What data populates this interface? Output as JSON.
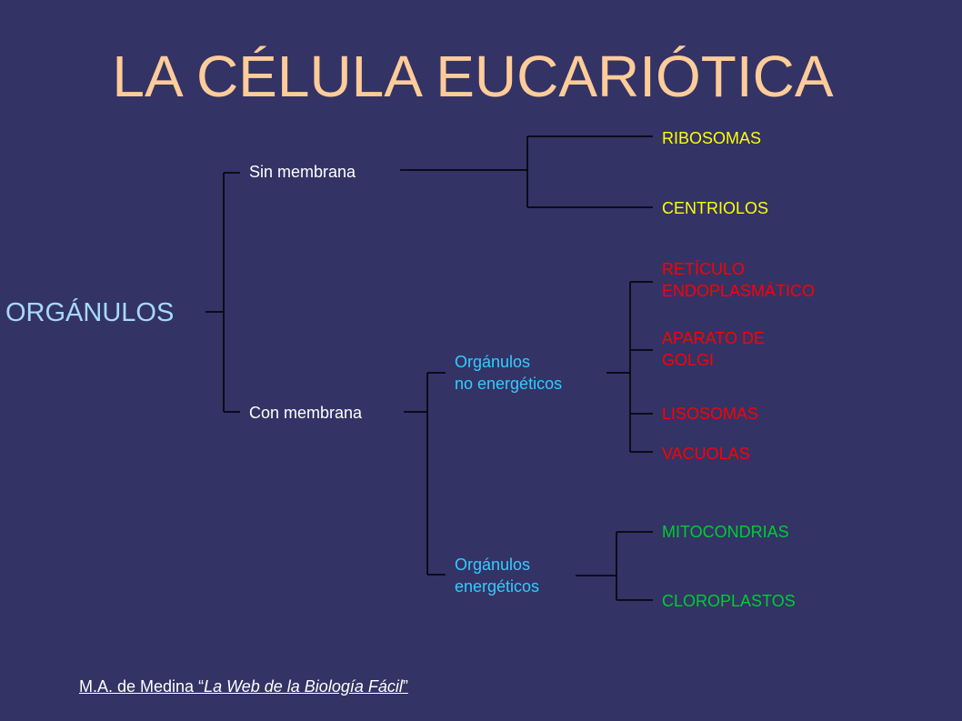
{
  "title": "LA CÉLULA EUCARIÓTICA",
  "root": "ORGÁNULOS",
  "branches": {
    "sin_membrana": "Sin membrana",
    "con_membrana": "Con membrana"
  },
  "subgroups": {
    "no_energeticos_l1": "Orgánulos",
    "no_energeticos_l2": "no energéticos",
    "energeticos_l1": "Orgánulos",
    "energeticos_l2": "energéticos"
  },
  "leaves": {
    "ribosomas": "RIBOSOMAS",
    "centriolos": "CENTRIOLOS",
    "reticulo_l1": "RETÍCULO",
    "reticulo_l2": "ENDOPLASMÁTICO",
    "golgi_l1": "APARATO DE",
    "golgi_l2": "GOLGI",
    "lisosomas": "LISOSOMAS",
    "vacuolas": "VACUOLAS",
    "mitocondrias": "MITOCONDRIAS",
    "cloroplastos": "CLOROPLASTOS"
  },
  "credit": {
    "prefix": "M.A. de Medina “",
    "italic": "La Web de la Biología Fácil",
    "suffix": "”"
  },
  "colors": {
    "background": "#333366",
    "title": "#FFCC99",
    "root": "#A8D8FF",
    "branch": "#FFFFFF",
    "subgroup": "#33CCFF",
    "no_membrane_leaves": "#FFFF00",
    "non_energetic_leaves": "#FF0000",
    "energetic_leaves": "#00CC33"
  }
}
